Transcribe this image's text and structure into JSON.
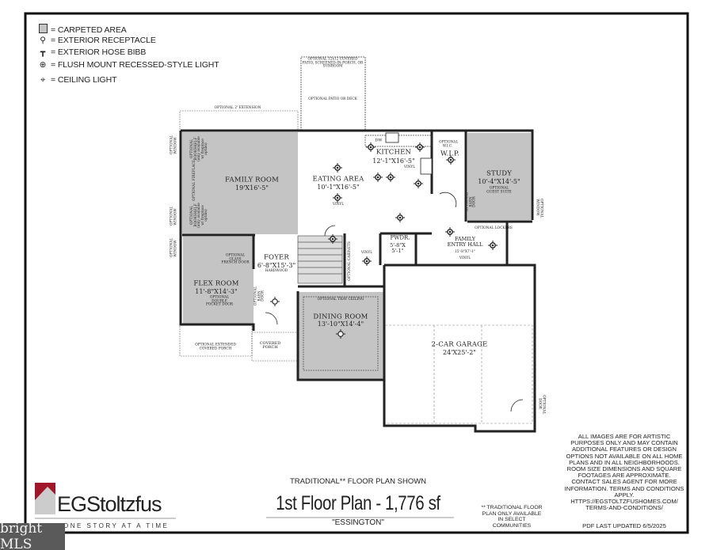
{
  "legend": [
    {
      "icon": "carpet-swatch-icon",
      "label": "= CARPETED AREA"
    },
    {
      "icon": "exterior-receptacle-icon",
      "label": "= EXTERIOR RECEPTACLE"
    },
    {
      "icon": "hose-bibb-icon",
      "label": "= EXTERIOR HOSE BIBB"
    },
    {
      "icon": "recessed-light-icon",
      "label": "= FLUSH MOUNT RECESSED-STYLE LIGHT"
    },
    {
      "icon": "ceiling-light-icon",
      "label": "= CEILING LIGHT"
    }
  ],
  "colors": {
    "carpet": "#c4c4c4",
    "wall": "#222222",
    "logo_red": "#a3162a",
    "mls_badge": "#5a5a5a"
  },
  "rooms": {
    "family_room": {
      "name": "FAMILY ROOM",
      "dim": "19'X16'-5\""
    },
    "eating_area": {
      "name": "EATING AREA",
      "dim": "10'-1\"X16'-5\"",
      "floor": "VINYL"
    },
    "kitchen": {
      "name": "KITCHEN",
      "dim": "12'-1\"X16'-5\"",
      "floor": "VINYL",
      "dw": "DW"
    },
    "wip": {
      "name": "W.I.P.",
      "note": "OPTIONAL W.I.C."
    },
    "study": {
      "name": "STUDY",
      "dim": "10'-4\"X14'-5\"",
      "note": "OPTIONAL GUEST SUITE"
    },
    "foyer": {
      "name": "FOYER",
      "dim": "6'-8\"X15'-3\"",
      "floor": "HARDWOOD"
    },
    "flex_room": {
      "name": "FLEX ROOM",
      "dim": "11'-8\"X14'-3\""
    },
    "dining_room": {
      "name": "DINING ROOM",
      "dim": "13'-10\"X14'-4\"",
      "note": "OPTIONAL TRAY CEILING"
    },
    "garage": {
      "name": "2-CAR GARAGE",
      "dim": "24'X25'-2\""
    },
    "powder": {
      "name": "PWDR.",
      "dim": "5'-8\"X 5'-1\"",
      "floor": "VINYL"
    },
    "entry_hall": {
      "name": "FAMILY ENTRY HALL",
      "dim": "15'-8\"X7'-1\"",
      "floor": "VINYL"
    },
    "covered_porch": {
      "name": "COVERED PORCH"
    },
    "hall_floor": "VINYL"
  },
  "options": {
    "patio_top": "OPTIONAL 12x12 COVERED PATIO, SCREENED-IN-PORCH, OR SUNROOM",
    "patio_deck": "OPTIONAL PATIO OR DECK",
    "extension": "OPTIONAL 2' EXTENSION",
    "window": "OPTIONAL WINDOW",
    "bookshelf": "OPTIONAL BOOKSHELF (only available w/ fireplace option)",
    "fireplace": "OPTIONAL FIREPLACE",
    "glass_french_door": "OPTIONAL GLASS FRENCH DOOR",
    "double_pocket_door": "OPTIONAL DOUBLE POCKET DOOR",
    "barn_door": "OPTIONAL BARN DOOR",
    "extended_porch": "OPTIONAL EXTENDED COVERED PORCH",
    "cabinets": "OPTIONAL CABINETS",
    "lockers": "OPTIONAL LOCKERS",
    "garage_door": "OPTIONAL DOOR"
  },
  "footer": {
    "brand": "EGStoltzfus",
    "tagline": "ONE STORY AT A TIME",
    "shown": "TRADITIONAL** FLOOR PLAN SHOWN",
    "title": "1st Floor Plan - 1,776 sf",
    "model": "\"ESSINGTON\"",
    "traditional_note": "** TRADITIONAL FLOOR PLAN ONLY AVAILABLE IN SELECT COMMUNITIES",
    "disclaimer": "ALL IMAGES ARE FOR ARTISTIC PURPOSES ONLY AND MAY CONTAIN ADDITIONAL FEATURES OR DESIGN OPTIONS NOT AVAILABLE ON ALL HOME PLANS AND IN ALL NEIGHBORHOODS.  ROOM SIZE DIMENSIONS AND SQUARE FOOTAGES ARE APPROXIMATE.  CONTACT SALES AGENT FOR MORE INFORMATION. TERMS AND CONDITIONS APPLY. HTTPS://EGSTOLTZFUSHOMES.COM/ TERMS-AND-CONDITIONS/",
    "updated": "PDF LAST UPDATED 6/5/2025"
  },
  "watermark": {
    "text": "bright MLS"
  }
}
